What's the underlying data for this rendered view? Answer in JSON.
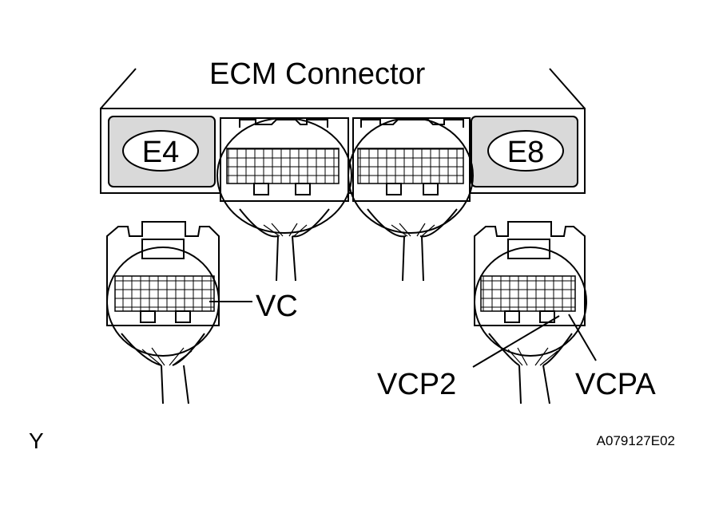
{
  "title": "ECM Connector",
  "badges": {
    "left": "E4",
    "right": "E8"
  },
  "labels": {
    "vc": "VC",
    "vcp2": "VCP2",
    "vcpa": "VCPA"
  },
  "corner_letter": "Y",
  "figure_code": "A079127E02"
}
